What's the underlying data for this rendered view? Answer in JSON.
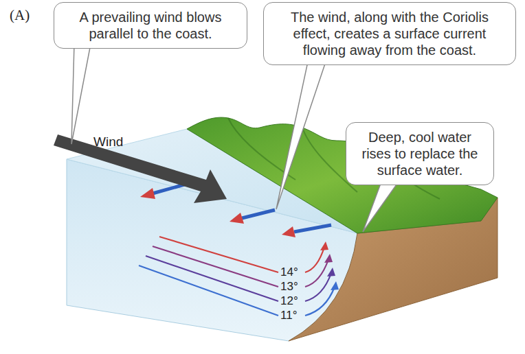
{
  "diagram": {
    "nodes": [
      {
        "text": [
          "A prevailing wind blows parallel to the coast."
        ]
      },
      {
        "text": [
          "The wind, along with the Coriolis effect, creates a surface current flowing away from the coast."
        ]
      },
      {
        "text": [
          "Deep, cool water rises to replace the surface water."
        ]
      }
    ],
    "labels": [
      "(A)",
      "Wind",
      "14°",
      "13°",
      "12°",
      "11°"
    ]
  }
}
